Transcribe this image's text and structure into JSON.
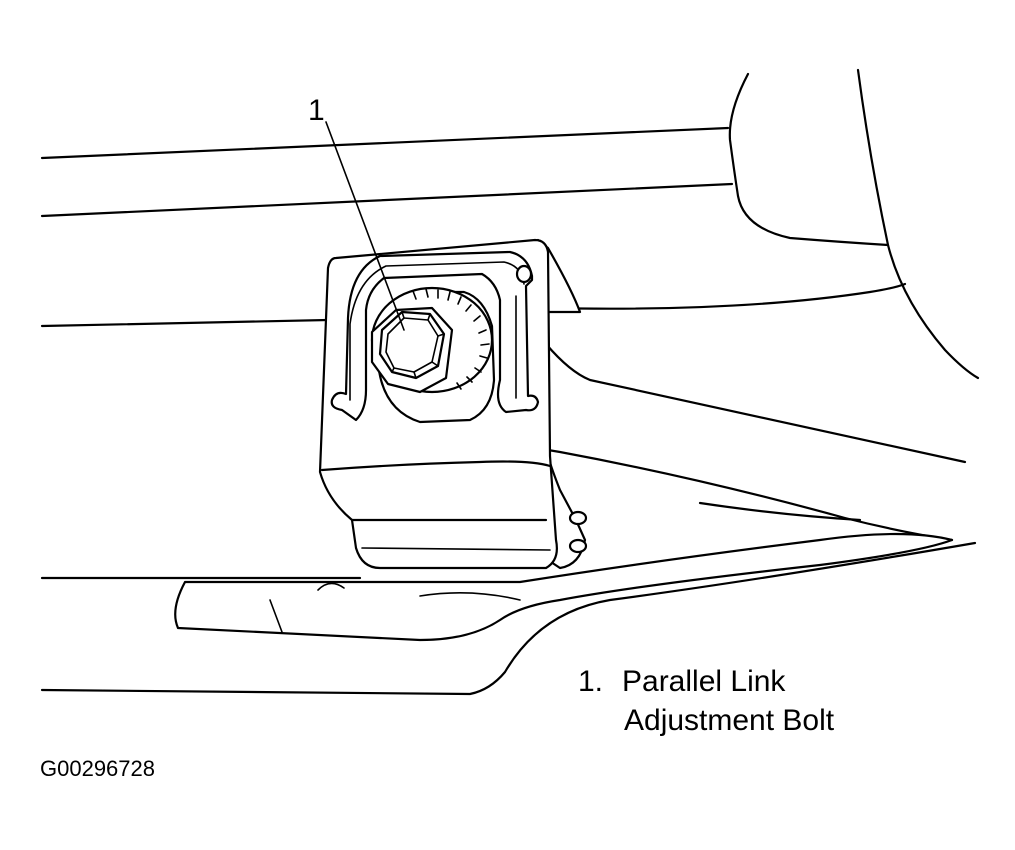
{
  "callouts": [
    {
      "number": "1"
    }
  ],
  "legend": {
    "items": [
      {
        "number": "1.",
        "line1": "Parallel Link",
        "line2": "Adjustment Bolt"
      }
    ]
  },
  "figure_id": "G00296728"
}
